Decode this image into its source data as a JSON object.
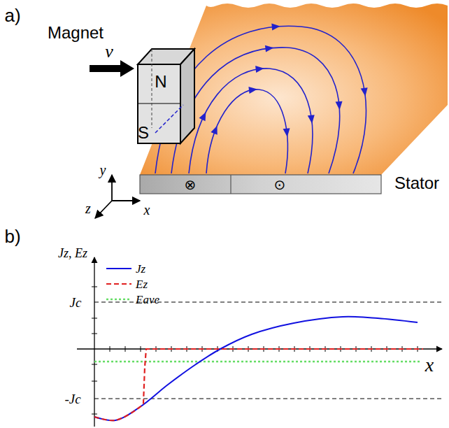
{
  "diagram": {
    "nodes": [
      {
        "text": [
          "Magnet",
          "N",
          "S"
        ]
      },
      {
        "text": [
          "⊗",
          "⊙",
          "Stator"
        ]
      }
    ],
    "labels": [
      "a)",
      "v",
      "y",
      "x",
      "z",
      "b)",
      "Jz, Ez",
      "Jc",
      "-Jc",
      "x"
    ],
    "legend": [
      {
        "text": "Jz"
      },
      {
        "text": "Ez"
      },
      {
        "text": "Eave"
      }
    ]
  }
}
